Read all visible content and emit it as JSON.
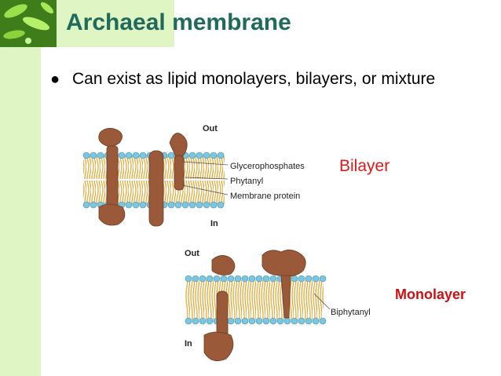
{
  "slide": {
    "title": "Archaeal membrane",
    "bullet": "Can exist as lipid monolayers, bilayers, or mixture"
  },
  "bilayer_figure": {
    "out_label": "Out",
    "in_label": "In",
    "callouts": [
      "Glycerophosphates",
      "Phytanyl",
      "Membrane protein"
    ],
    "tag": "Bilayer"
  },
  "monolayer_figure": {
    "out_label": "Out",
    "in_label": "In",
    "callouts": [
      "Biphytanyl"
    ],
    "tag": "Monolayer"
  },
  "colors": {
    "title": "#1f6a5a",
    "accent_band": "#dff5c4",
    "head_group": "#7cc6e0",
    "lipid_tail": "#e8b64a",
    "protein": "#9a5a3a",
    "tag_red": "#e01818"
  }
}
